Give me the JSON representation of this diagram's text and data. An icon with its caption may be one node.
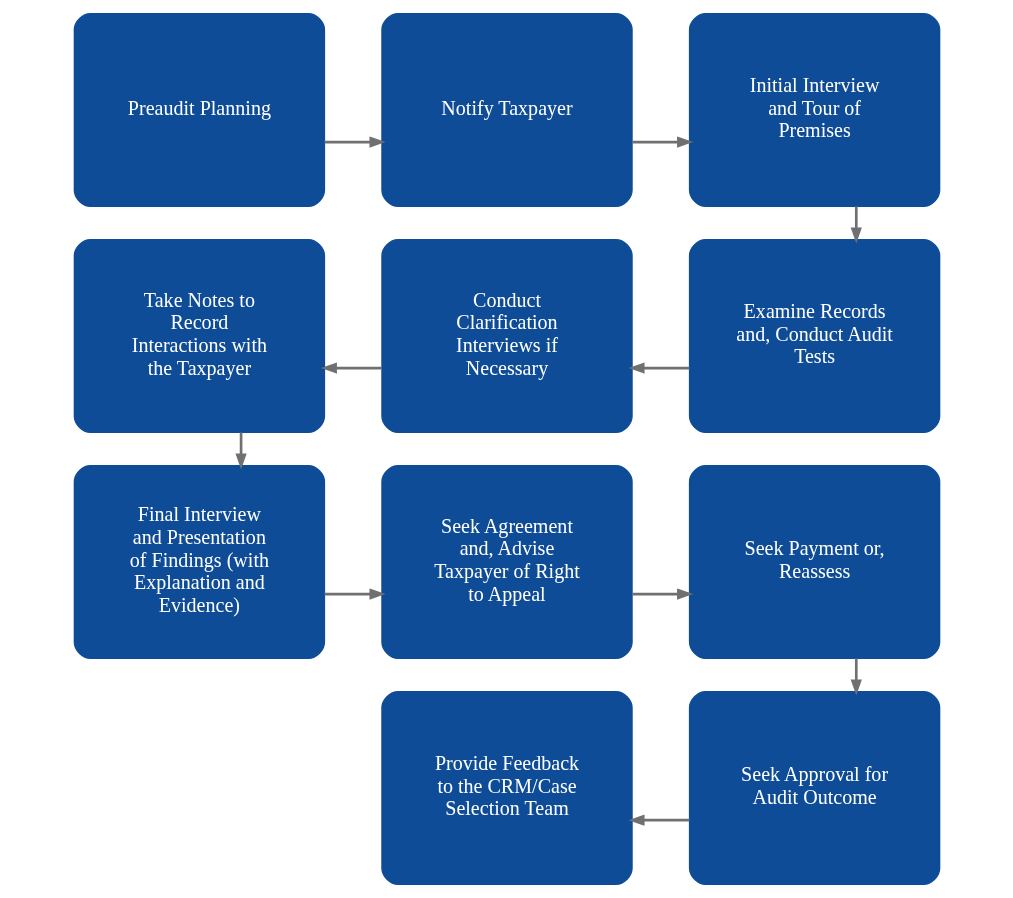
{
  "diagram": {
    "nodes": [
      {
        "text": [
          "Preaudit Planning"
        ]
      },
      {
        "text": [
          "Notify Taxpayer"
        ]
      },
      {
        "text": [
          "Initial Interview and Tour of Premises"
        ]
      },
      {
        "text": [
          "Take Notes to Record Interactions with the Taxpayer"
        ]
      },
      {
        "text": [
          "Conduct Clarification Interviews if Necessary"
        ]
      },
      {
        "text": [
          "Examine Records and, Conduct Audit Tests"
        ]
      },
      {
        "text": [
          "Final Interview and Presentation of Findings (with Explanation and Evidence)"
        ]
      },
      {
        "text": [
          "Seek Agreement and, Advise Taxpayer of Right to Appeal"
        ]
      },
      {
        "text": [
          "Seek Payment or, Reassess"
        ]
      },
      {
        "text": [
          "Provide Feedback to the CRM/Case Selection Team"
        ]
      },
      {
        "text": [
          "Seek Approval for Audit Outcome"
        ]
      }
    ],
    "edges": [
      {
        "from": 0,
        "to": 1,
        "arrow": "to"
      },
      {
        "from": 1,
        "to": 2,
        "arrow": "to"
      },
      {
        "from": 2,
        "to": 5,
        "arrow": "to"
      },
      {
        "from": 5,
        "to": 4,
        "arrow": "to"
      },
      {
        "from": 4,
        "to": 3,
        "arrow": "to"
      },
      {
        "from": 3,
        "to": 6,
        "arrow": "to"
      },
      {
        "from": 6,
        "to": 7,
        "arrow": "to"
      },
      {
        "from": 7,
        "to": 8,
        "arrow": "to"
      },
      {
        "from": 8,
        "to": 10,
        "arrow": "to"
      },
      {
        "from": 10,
        "to": 9,
        "arrow": "to"
      }
    ]
  }
}
